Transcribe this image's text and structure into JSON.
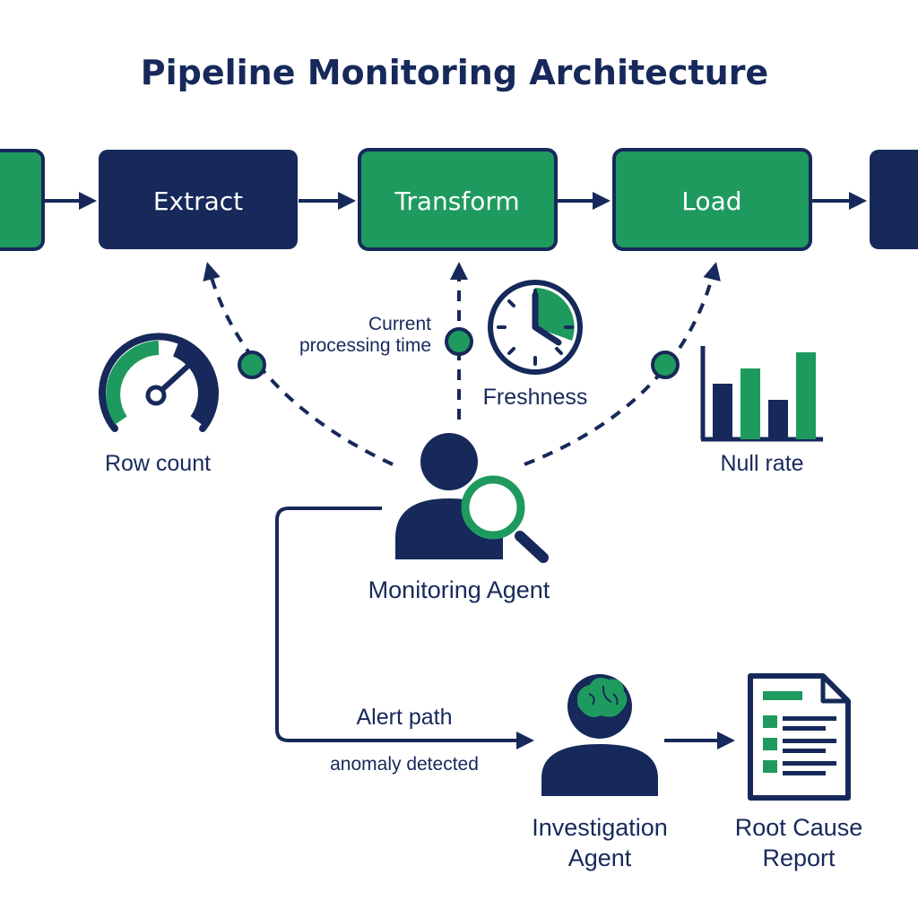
{
  "title": "Pipeline Monitoring Architecture",
  "colors": {
    "navy": "#17295a",
    "green": "#1f9a5e",
    "white": "#ffffff"
  },
  "pipeline": {
    "stages": [
      {
        "label": "Extract"
      },
      {
        "label": "Transform"
      },
      {
        "label": "Load"
      }
    ]
  },
  "metrics": {
    "row_count": {
      "label": "Row count",
      "icon": "gauge-icon"
    },
    "processing_time": {
      "label_line1": "Current",
      "label_line2": "processing time"
    },
    "freshness": {
      "label": "Freshness",
      "icon": "clock-icon"
    },
    "null_rate": {
      "label": "Null rate",
      "icon": "bar-chart-icon"
    }
  },
  "monitoring_agent": {
    "label": "Monitoring Agent",
    "icon": "user-magnifier-icon"
  },
  "alert": {
    "label": "Alert path",
    "sublabel": "anomaly detected"
  },
  "investigation_agent": {
    "label_line1": "Investigation",
    "label_line2": "Agent",
    "icon": "user-brain-icon"
  },
  "report": {
    "label_line1": "Root Cause",
    "label_line2": "Report",
    "icon": "document-icon"
  }
}
